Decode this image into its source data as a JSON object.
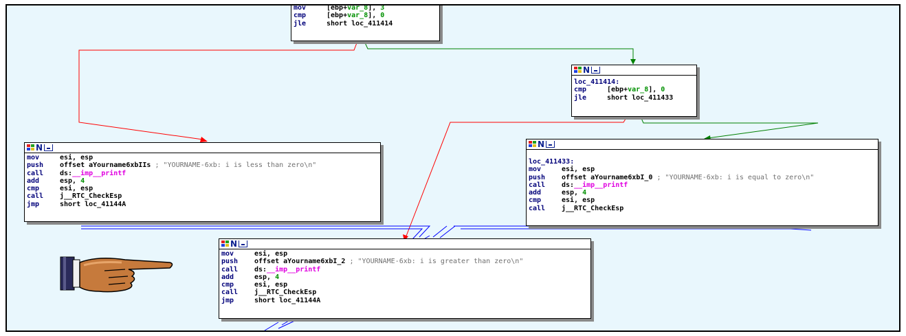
{
  "blocks": {
    "top": {
      "rows": [
        {
          "mn": "mov",
          "op": "[ebp+var_8], 3"
        },
        {
          "mn": "cmp",
          "op": "[ebp+var_8], 0"
        },
        {
          "mn": "jle",
          "op": "short loc_411414"
        }
      ]
    },
    "loc_411414": {
      "label": "loc_411414:",
      "rows": [
        {
          "mn": "cmp",
          "op": "[ebp+var_8], 0"
        },
        {
          "mn": "jle",
          "op": "short loc_411433"
        }
      ]
    },
    "less": {
      "rows": [
        {
          "mn": "mov",
          "op": "esi, esp"
        },
        {
          "mn": "push",
          "op": "offset aYourname6xbIIs",
          "cmt": " ; \"YOURNAME-6xb: i is less than zero\\n\""
        },
        {
          "mn": "call",
          "op": "ds:",
          "imp": "__imp__printf"
        },
        {
          "mn": "add",
          "op": "esp, 4"
        },
        {
          "mn": "cmp",
          "op": "esi, esp"
        },
        {
          "mn": "call",
          "op": "j__RTC_CheckEsp"
        },
        {
          "mn": "jmp",
          "op": "short loc_41144A"
        }
      ]
    },
    "loc_411433": {
      "label": "loc_411433:",
      "rows": [
        {
          "mn": "mov",
          "op": "esi, esp"
        },
        {
          "mn": "push",
          "op": "offset aYourname6xbI_0",
          "cmt": " ; \"YOURNAME-6xb: i is equal to zero\\n\""
        },
        {
          "mn": "call",
          "op": "ds:",
          "imp": "__imp__printf"
        },
        {
          "mn": "add",
          "op": "esp, 4"
        },
        {
          "mn": "cmp",
          "op": "esi, esp"
        },
        {
          "mn": "call",
          "op": "j__RTC_CheckEsp"
        }
      ]
    },
    "greater": {
      "rows": [
        {
          "mn": "mov",
          "op": "esi, esp"
        },
        {
          "mn": "push",
          "op": "offset aYourname6xbI_2",
          "cmt": " ; \"YOURNAME-6xb: i is greater than zero\\n\""
        },
        {
          "mn": "call",
          "op": "ds:",
          "imp": "__imp__printf"
        },
        {
          "mn": "add",
          "op": "esp, 4"
        },
        {
          "mn": "cmp",
          "op": "esi, esp"
        },
        {
          "mn": "call",
          "op": "j__RTC_CheckEsp"
        },
        {
          "mn": "jmp",
          "op": "short loc_41144A"
        }
      ]
    }
  },
  "colors": {
    "canvas": "#e9f7fd",
    "edge_false": "#ff0000",
    "edge_true": "#008000",
    "edge_jump": "#0000ff"
  },
  "icons": [
    "node-color-icon",
    "node-name-icon",
    "node-graph-icon",
    "pointing-hand-icon"
  ]
}
